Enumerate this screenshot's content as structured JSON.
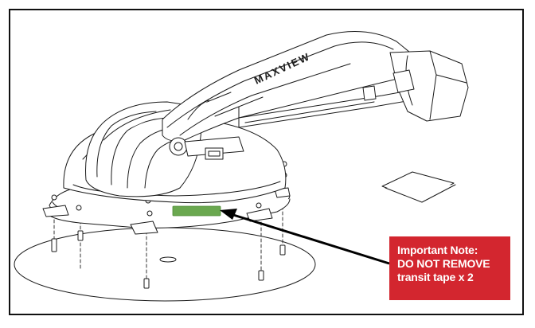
{
  "note": {
    "line1": "Important Note:",
    "line2": "DO NOT REMOVE",
    "line3": "transit tape x 2",
    "background_color": "#d3262f",
    "text_color": "#ffffff"
  },
  "brand_text": "MAXVIEW",
  "tape_color": "#6aa84f"
}
